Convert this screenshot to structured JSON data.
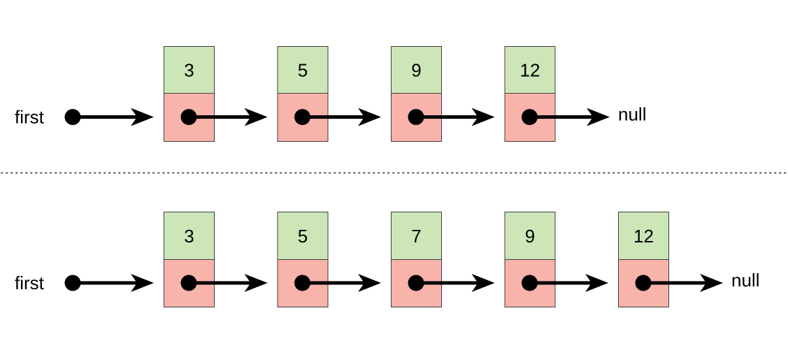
{
  "colors": {
    "value_cell": "#cde6b8",
    "pointer_cell": "#f8b3ab",
    "cell_border": "#3d3d3d",
    "arrow": "#000000",
    "divider": "#555555"
  },
  "lists": [
    {
      "head_label": "first",
      "nodes": [
        "3",
        "5",
        "9",
        "12"
      ],
      "tail_label": "null"
    },
    {
      "head_label": "first",
      "nodes": [
        "3",
        "5",
        "7",
        "9",
        "12"
      ],
      "tail_label": "null"
    }
  ]
}
